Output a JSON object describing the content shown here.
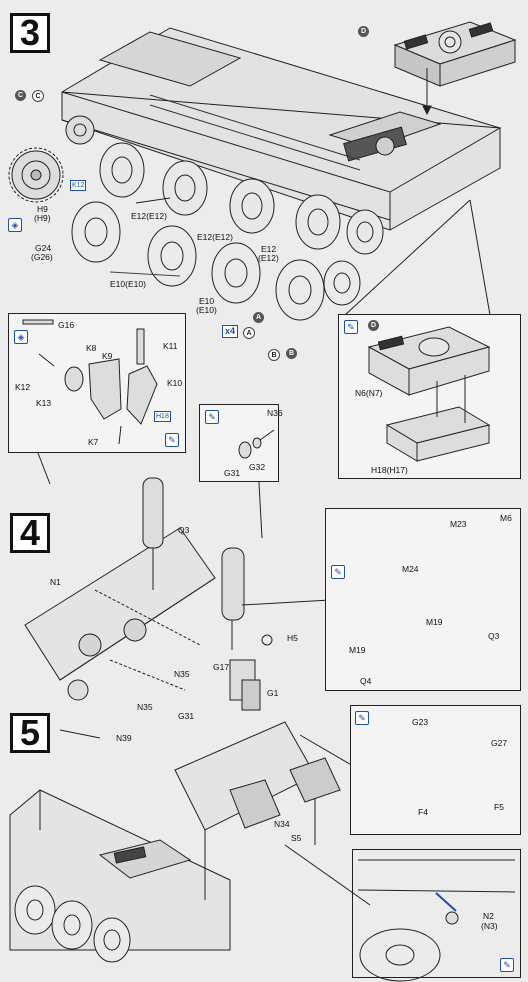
{
  "steps": {
    "s3": "3",
    "s4": "4",
    "s5": "5"
  },
  "markers": {
    "c": "C",
    "d": "D",
    "a": "A",
    "b": "B"
  },
  "multiplier": "x4",
  "step3": {
    "labels": {
      "h9": "H9",
      "h9p": "(H9)",
      "g24": "G24",
      "g26": "(G26)",
      "e12a": "E12(E12)",
      "e12b": "E12(E12)",
      "e12c": "E12",
      "e12cp": "(E12)",
      "e10a": "E10(E10)",
      "e10b": "E10",
      "e10bp": "(E10)",
      "k12_tag": "K12",
      "g16": "G16",
      "k8": "K8",
      "k9": "K9",
      "k11": "K11",
      "k12": "K12",
      "k13": "K13",
      "k10": "K10",
      "k7": "K7",
      "h18_tag": "H18",
      "n6": "N6(N7)",
      "h18": "H18(H17)"
    }
  },
  "step4": {
    "labels": {
      "n36": "N36",
      "g31a": "G31",
      "g32": "G32",
      "q3a": "Q3",
      "n1": "N1",
      "h5": "H5",
      "g17": "G17",
      "g1": "G1",
      "n35a": "N35",
      "n35b": "N35",
      "g31b": "G31",
      "n39": "N39",
      "m23": "M23",
      "m6": "M6",
      "m24": "M24",
      "m19a": "M19",
      "m19b": "M19",
      "q3b": "Q3",
      "q4": "Q4"
    }
  },
  "step5": {
    "labels": {
      "g23": "G23",
      "g27": "G27",
      "f4": "F4",
      "f5": "F5",
      "n34": "N34",
      "s5": "S5",
      "n2": "N2",
      "n3": "(N3)"
    }
  }
}
